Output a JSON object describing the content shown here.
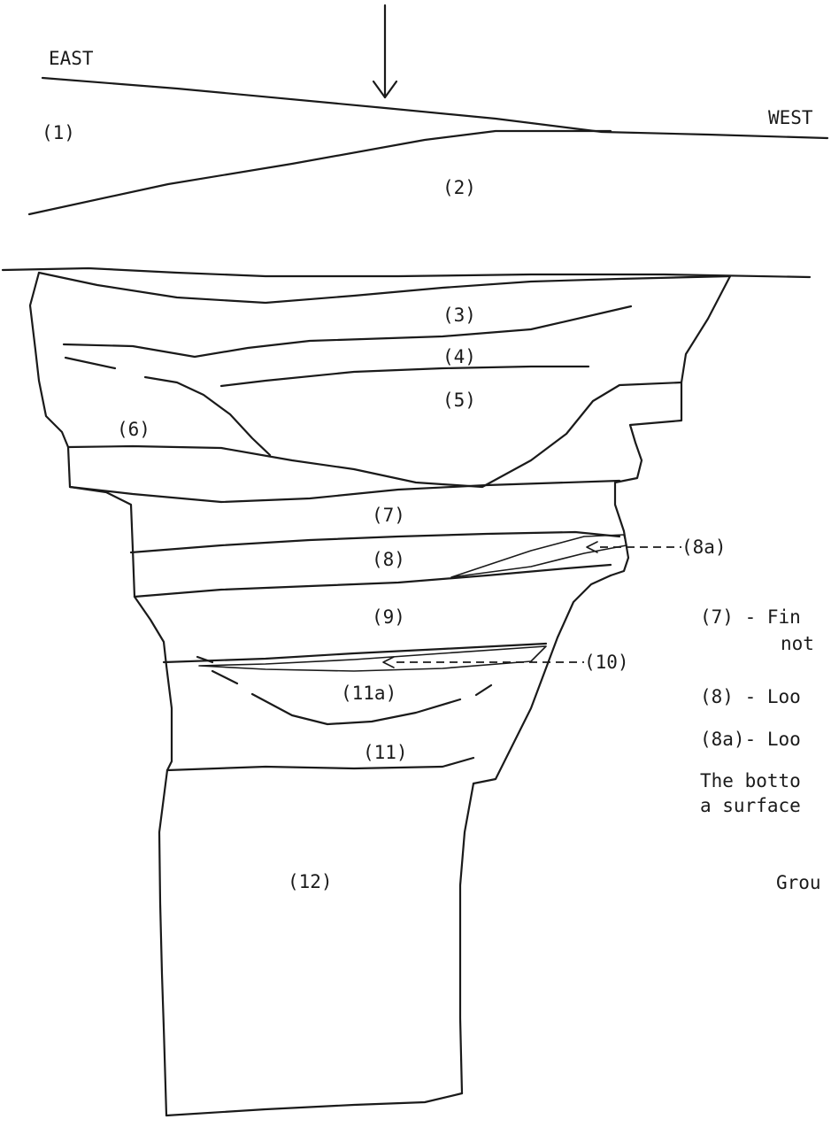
{
  "orientation": {
    "east": "EAST",
    "west": "WEST"
  },
  "layers": {
    "l1": "(1)",
    "l2": "(2)",
    "l3": "(3)",
    "l4": "(4)",
    "l5": "(5)",
    "l6": "(6)",
    "l7": "(7)",
    "l8": "(8)",
    "l9": "(9)",
    "l11a": "(11a)",
    "l11": "(11)",
    "l12": "(12)"
  },
  "callouts": {
    "c8a": "(8a)",
    "c10": "(10)"
  },
  "notes": {
    "n7a": "(7) - Fin",
    "n7b": "not",
    "n8": "(8) - Loo",
    "n8a": "(8a)- Loo",
    "n9": "The botto",
    "n10": "a surface",
    "n11": "Grou"
  }
}
